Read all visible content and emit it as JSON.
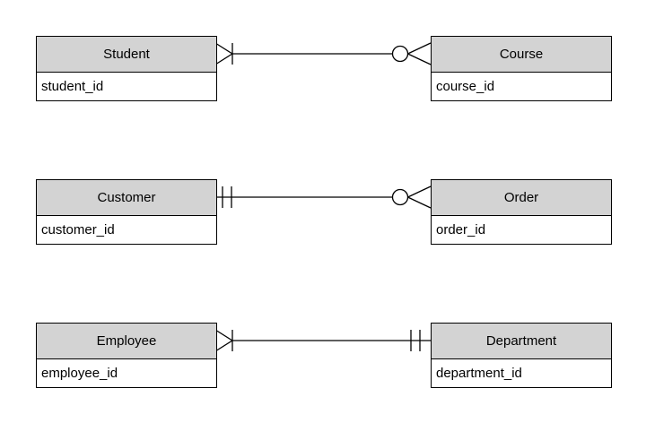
{
  "entities": [
    {
      "id": "student",
      "name": "Student",
      "attribute": "student_id"
    },
    {
      "id": "course",
      "name": "Course",
      "attribute": "course_id"
    },
    {
      "id": "customer",
      "name": "Customer",
      "attribute": "customer_id"
    },
    {
      "id": "order",
      "name": "Order",
      "attribute": "order_id"
    },
    {
      "id": "employee",
      "name": "Employee",
      "attribute": "employee_id"
    },
    {
      "id": "department",
      "name": "Department",
      "attribute": "department_id"
    }
  ],
  "relationships": [
    {
      "from": "Student",
      "to": "Course",
      "from_end_icon": "one-or-many-crows-foot-bar-icon",
      "to_end_icon": "zero-or-many-circle-crows-foot-icon"
    },
    {
      "from": "Customer",
      "to": "Order",
      "from_end_icon": "exactly-one-double-bar-icon",
      "to_end_icon": "zero-or-many-circle-crows-foot-icon"
    },
    {
      "from": "Employee",
      "to": "Department",
      "from_end_icon": "one-or-many-crows-foot-bar-icon",
      "to_end_icon": "exactly-one-double-bar-icon"
    }
  ],
  "colors": {
    "header_fill": "#d3d3d3",
    "cell_fill": "#ffffff",
    "stroke": "#000000",
    "background": "#ffffff"
  }
}
